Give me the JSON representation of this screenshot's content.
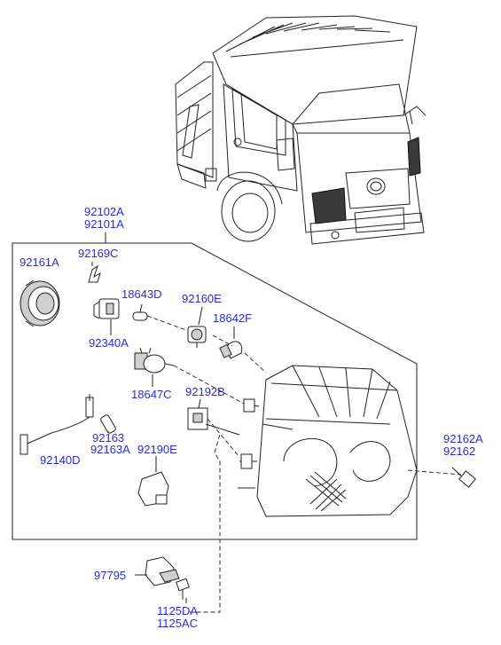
{
  "diagram": {
    "label_color": "#2b2bd6",
    "labels": {
      "p92102A": "92102A",
      "p92101A": "92101A",
      "p92161A": "92161A",
      "p92169C": "92169C",
      "p18643D": "18643D",
      "p92160E": "92160E",
      "p18642F": "18642F",
      "p92340A": "92340A",
      "p18647C": "18647C",
      "p92192B": "92192B",
      "p92163": "92163",
      "p92163A": "92163A",
      "p92190E": "92190E",
      "p92140D": "92140D",
      "p92162A": "92162A",
      "p92162": "92162",
      "p97795": "97795",
      "p1125DA": "1125DA",
      "p1125AC": "1125AC"
    }
  }
}
